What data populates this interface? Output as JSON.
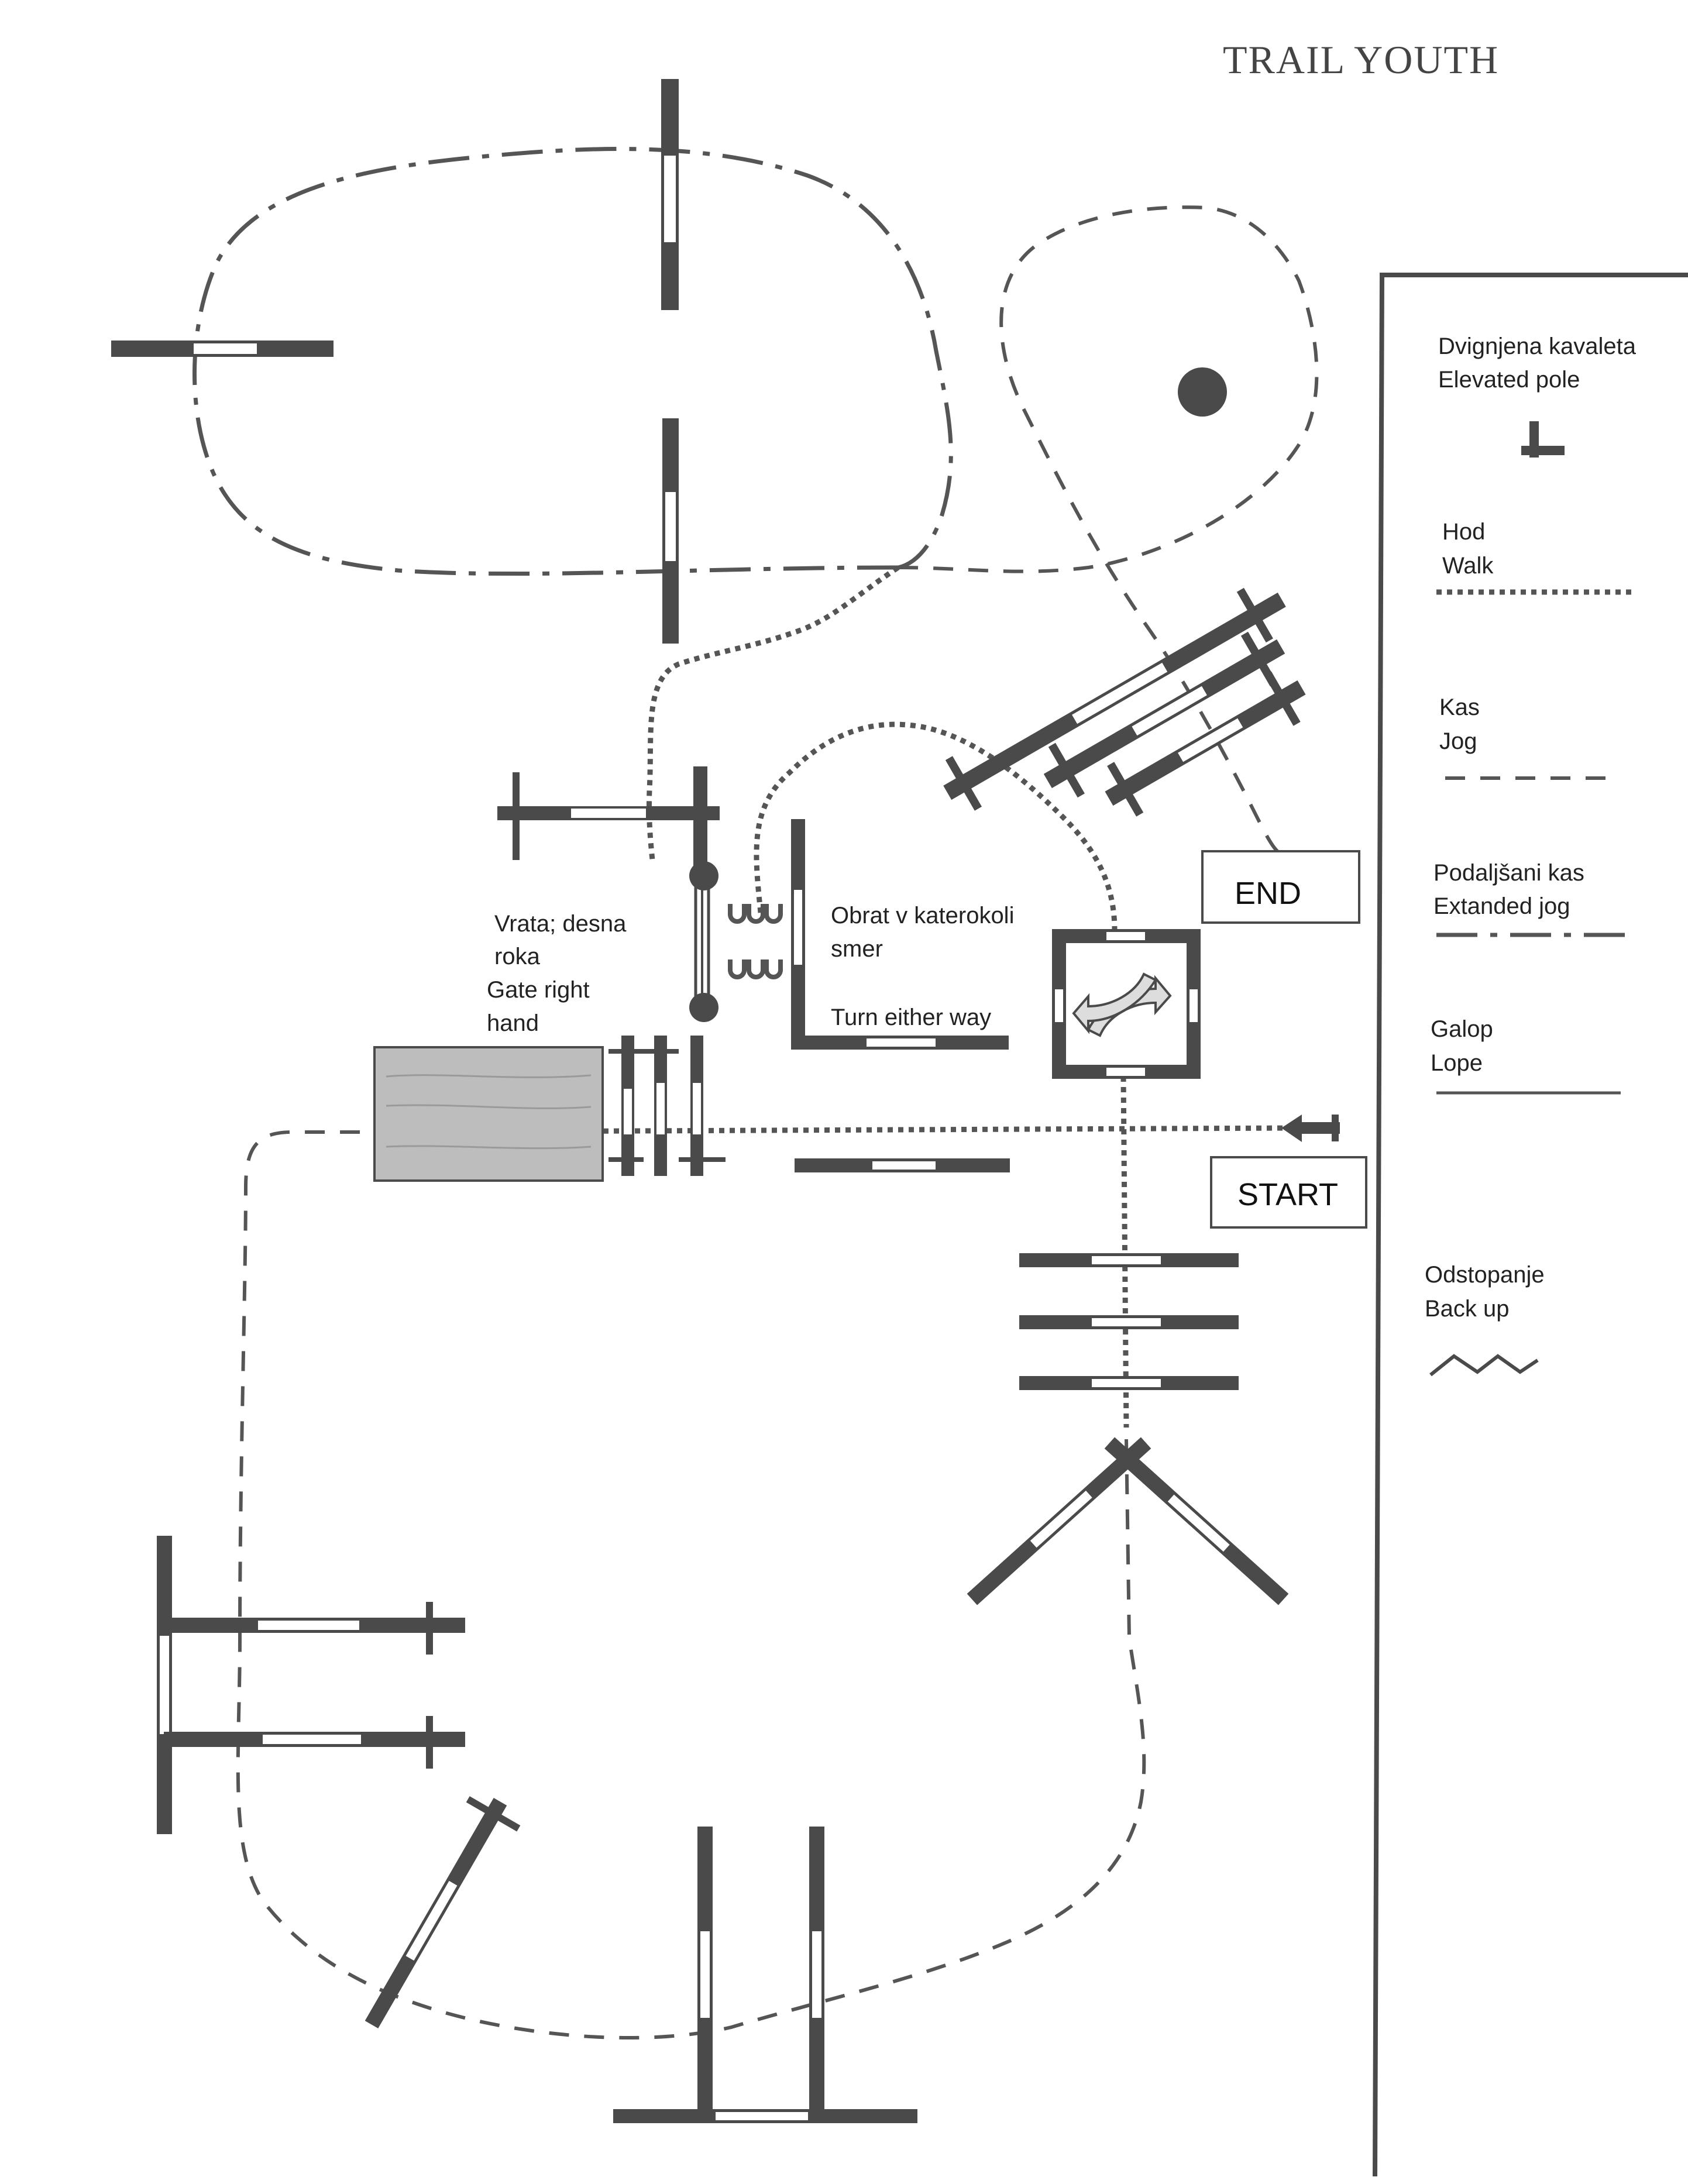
{
  "title": "TRAIL YOUTH",
  "start_label": "START",
  "end_label": "END",
  "gate_label": [
    "Vrata; desna",
    "roka",
    "Gate right",
    "hand"
  ],
  "turn_label": [
    "Obrat v katerokoli",
    "smer",
    "Turn either way"
  ],
  "legend": {
    "elevated": [
      "Dvignjena kavaleta",
      "Elevated pole"
    ],
    "walk": [
      "Hod",
      "Walk"
    ],
    "jog": [
      "Kas",
      "Jog"
    ],
    "extended_jog": [
      "Podaljšani kas",
      "Extanded jog"
    ],
    "lope": [
      "Galop",
      "Lope"
    ],
    "backup": [
      "Odstopanje",
      "Back up"
    ]
  }
}
